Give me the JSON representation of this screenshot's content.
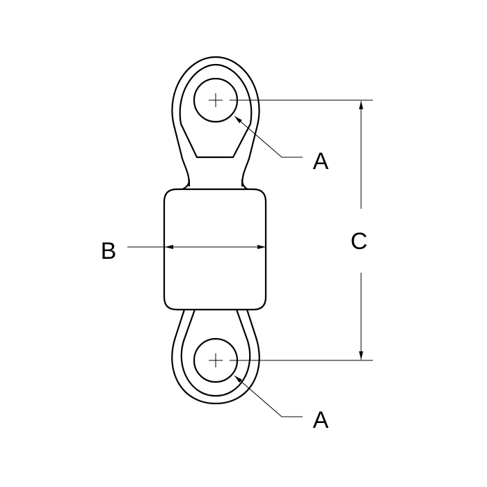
{
  "labels": {
    "hole_top": "A",
    "hole_bottom": "A",
    "body_width": "B",
    "center_distance": "C"
  },
  "colors": {
    "line": "#000000",
    "background": "#ffffff"
  }
}
